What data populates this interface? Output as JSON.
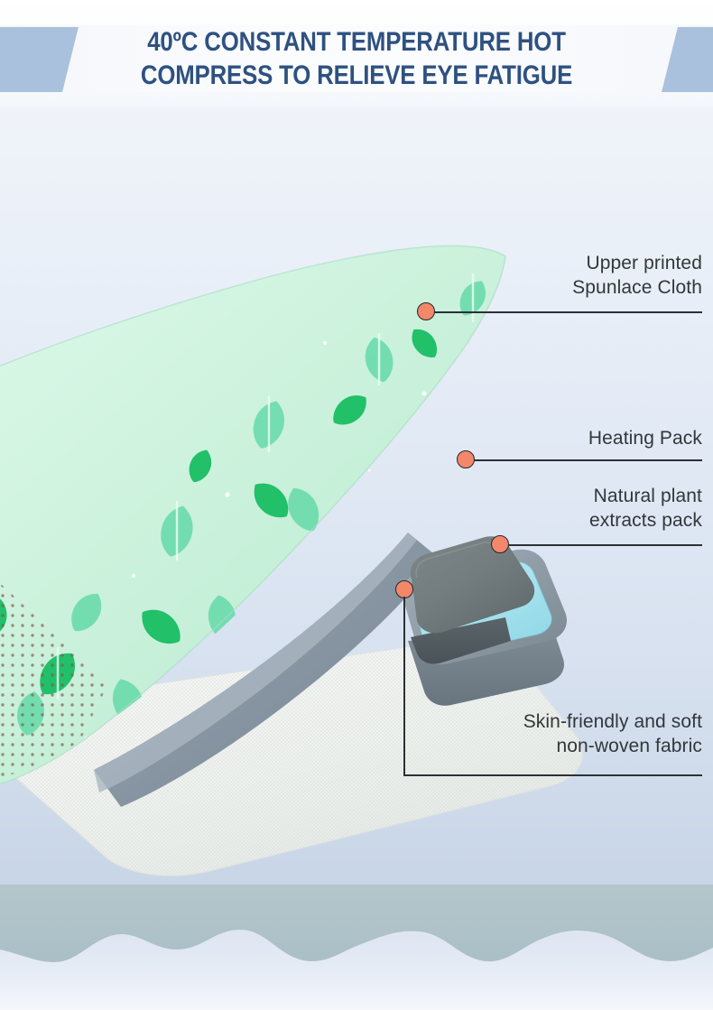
{
  "header": {
    "title": "40ºC CONSTANT TEMPERATURE HOT\nCOMPRESS TO RELIEVE EYE FATIGUE",
    "title_color": "#2e5180",
    "accent_shape_color": "#a9c1dc"
  },
  "product": {
    "alt": "cutaway illustration of a steam eye mask showing its material layers",
    "colors": {
      "printed_cloth_base": "#cdf2dd",
      "leaf_light": "#6fdcae",
      "leaf_strong": "#21c069",
      "heating_pack": "#767f80",
      "extracts_pack": "#a9e4ef",
      "pack_frame": "#8d9aa4",
      "non_woven_fabric": "#f2f4f1",
      "gray_edge_strip": "#93a0ad"
    }
  },
  "callouts": [
    {
      "id": "upper-printed-spunlace-cloth",
      "label": "Upper printed\nSpunlace Cloth",
      "dot_color": "#f3876a"
    },
    {
      "id": "heating-pack",
      "label": "Heating Pack",
      "dot_color": "#f3876a"
    },
    {
      "id": "natural-plant-extracts-pack",
      "label": "Natural plant\nextracts pack",
      "dot_color": "#f3876a"
    },
    {
      "id": "skin-friendly-non-woven-fabric",
      "label": "Skin-friendly and soft\nnon-woven fabric",
      "dot_color": "#f3876a"
    }
  ],
  "footer": {
    "wave_top_color": "#a9bec4",
    "wave_bottom_color": "#e4eaf4"
  }
}
